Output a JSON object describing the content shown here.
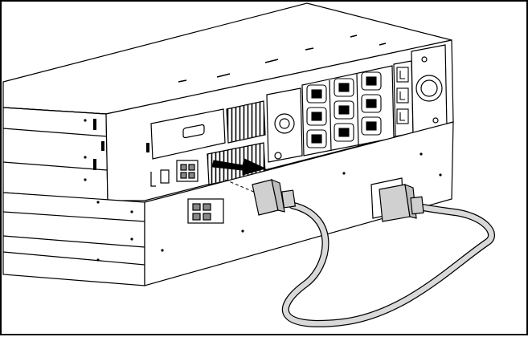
{
  "figure": {
    "kind": "technical-illustration",
    "subject": "ups-rear-panel-with-extended-runtime-module-cable",
    "components": {
      "ups": {
        "name": "ups-unit"
      },
      "erm": {
        "name": "extended-runtime-module"
      },
      "cable": {
        "name": "battery-connection-cable"
      },
      "arrow": {
        "name": "connect-direction-arrow"
      }
    },
    "colors": {
      "line": "#000000",
      "panel": "#ffffff",
      "cable": "#d9d9d9",
      "connector": "#d0d0d0",
      "arrow": "#000000"
    },
    "counts": {
      "ups_outlets": 9,
      "breaker_switches": 3,
      "locking_receptacles": 1
    }
  }
}
